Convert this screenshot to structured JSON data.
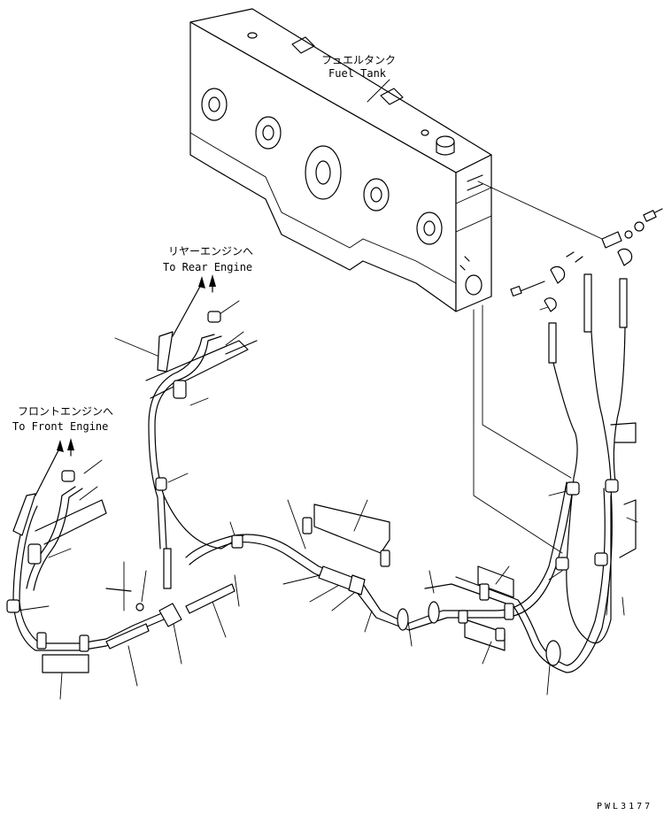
{
  "labels": {
    "fuel_tank_jp": "フュエルタンク",
    "fuel_tank_en": "Fuel Tank",
    "rear_engine_jp": "リヤーエンジンへ",
    "rear_engine_en": "To Rear Engine",
    "front_engine_jp": "フロントエンジンへ",
    "front_engine_en": "To Front Engine",
    "drawing_code": "PWL3177"
  }
}
